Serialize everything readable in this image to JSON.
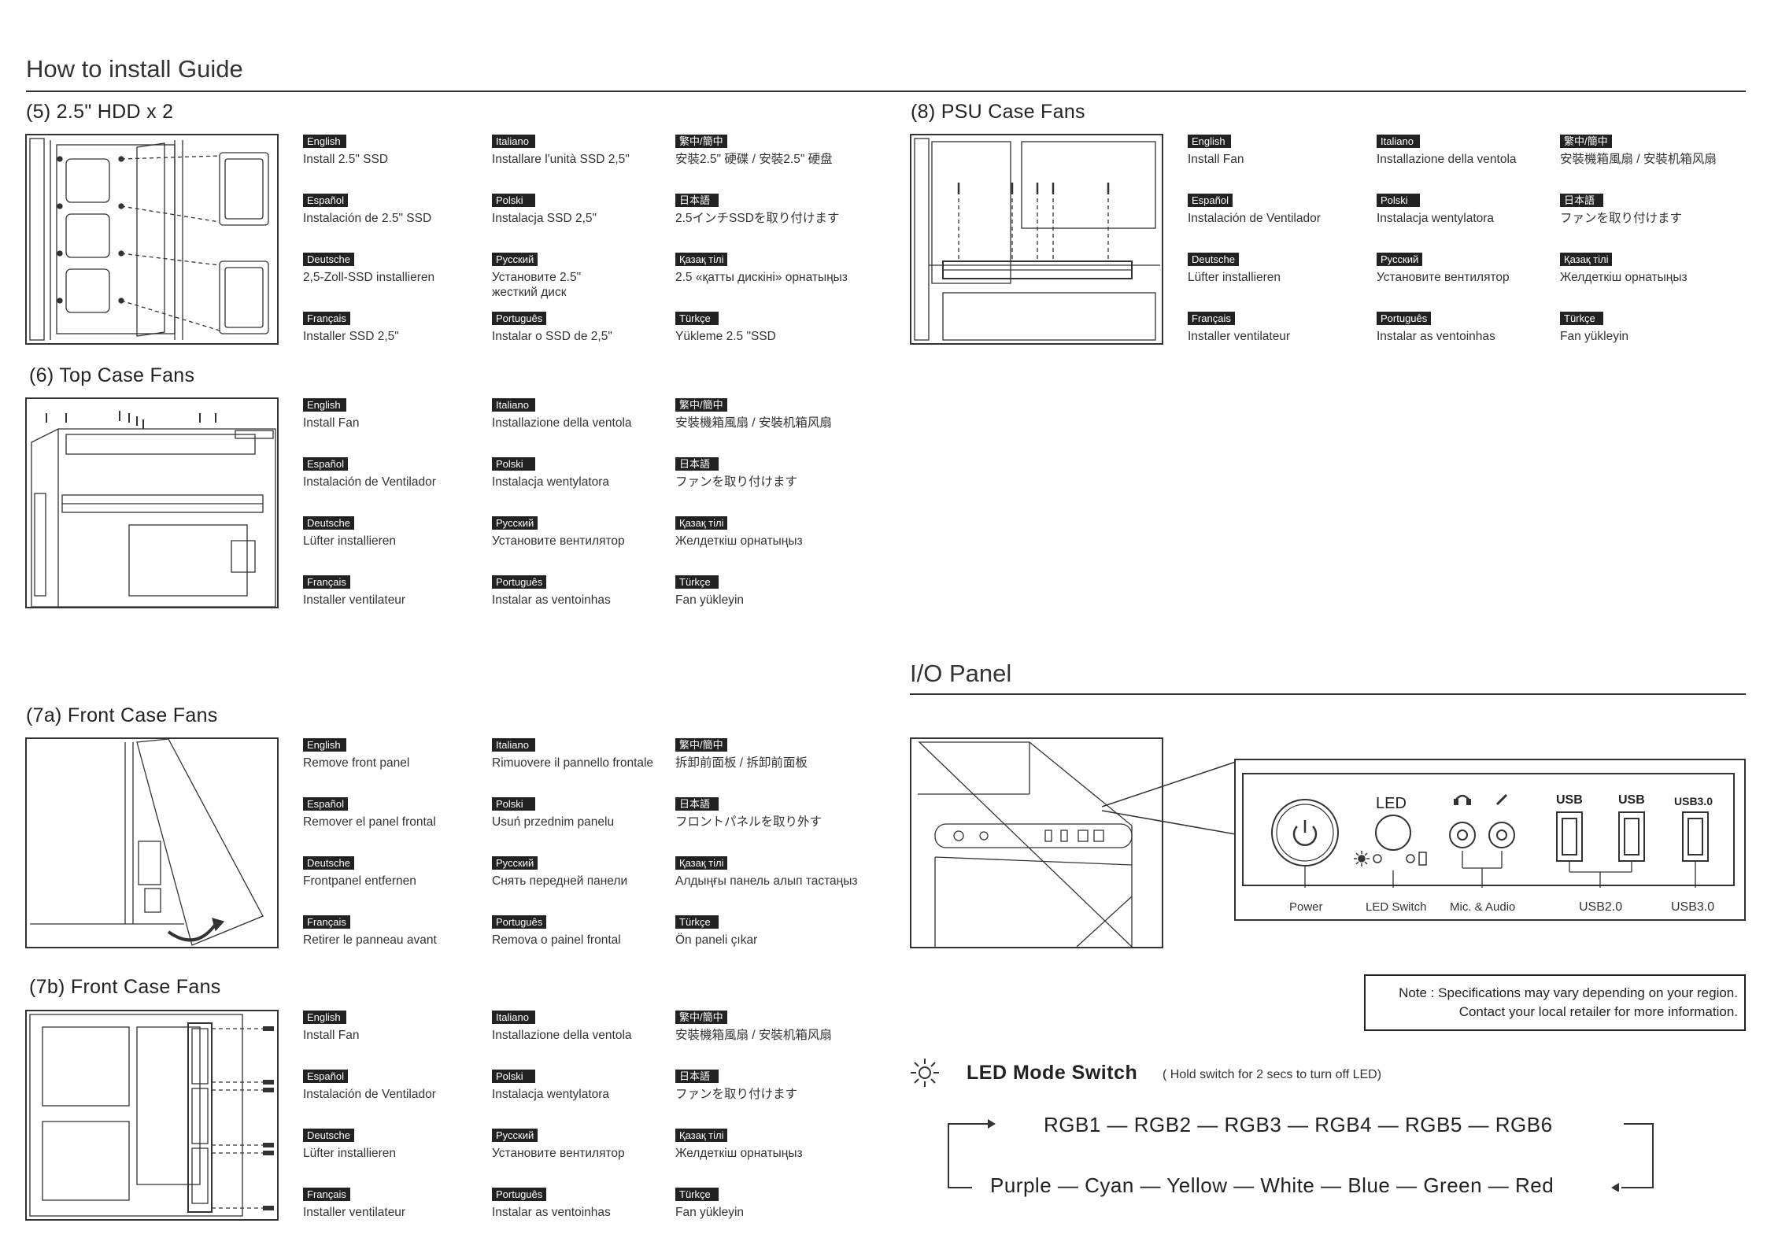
{
  "page_title": "How to install Guide",
  "io_title": "I/O Panel",
  "sections": {
    "hdd": {
      "title": "(5) 2.5\" HDD x 2",
      "langs": [
        {
          "lang": "English",
          "text": "Install 2.5\" SSD"
        },
        {
          "lang": "Italiano",
          "text": "Installare l'unità SSD 2,5\""
        },
        {
          "lang": "繁中/簡中",
          "text": "安裝2.5\" 硬碟 / 安裝2.5\" 硬盘"
        },
        {
          "lang": "Español",
          "text": "Instalación de 2.5\" SSD"
        },
        {
          "lang": "Polski",
          "text": "Instalacja SSD 2,5\""
        },
        {
          "lang": "日本語",
          "text": "2.5インチSSDを取り付けます"
        },
        {
          "lang": "Deutsche",
          "text": "2,5-Zoll-SSD installieren"
        },
        {
          "lang": "Русский",
          "text": "Установите 2.5\"\nжесткий диск"
        },
        {
          "lang": "Қазақ тілі",
          "text": "2.5 «қатты дискіні» орнатыңыз"
        },
        {
          "lang": "Français",
          "text": "Installer SSD 2,5\""
        },
        {
          "lang": "Português",
          "text": "Instalar o SSD de 2,5\""
        },
        {
          "lang": "Türkçe",
          "text": "Yükleme 2.5 \"SSD"
        }
      ]
    },
    "top": {
      "title": "(6) Top Case Fans",
      "langs": [
        {
          "lang": "English",
          "text": "Install Fan"
        },
        {
          "lang": "Italiano",
          "text": "Installazione della ventola"
        },
        {
          "lang": "繁中/簡中",
          "text": "安裝機箱風扇 / 安裝机箱风扇"
        },
        {
          "lang": "Español",
          "text": "Instalación de Ventilador"
        },
        {
          "lang": "Polski",
          "text": "Instalacja wentylatora"
        },
        {
          "lang": "日本語",
          "text": "ファンを取り付けます"
        },
        {
          "lang": "Deutsche",
          "text": "Lüfter installieren"
        },
        {
          "lang": "Русский",
          "text": "Установите вентилятор"
        },
        {
          "lang": "Қазақ тілі",
          "text": "Желдеткіш орнатыңыз"
        },
        {
          "lang": "Français",
          "text": "Installer ventilateur"
        },
        {
          "lang": "Português",
          "text": "Instalar as ventoinhas"
        },
        {
          "lang": "Türkçe",
          "text": "Fan yükleyin"
        }
      ]
    },
    "front_a": {
      "title": "(7a) Front Case Fans",
      "langs": [
        {
          "lang": "English",
          "text": "Remove front panel"
        },
        {
          "lang": "Italiano",
          "text": "Rimuovere il pannello frontale"
        },
        {
          "lang": "繁中/簡中",
          "text": "拆卸前面板 / 拆卸前面板"
        },
        {
          "lang": "Español",
          "text": "Remover el panel frontal"
        },
        {
          "lang": "Polski",
          "text": "Usuń przednim panelu"
        },
        {
          "lang": "日本語",
          "text": "フロントパネルを取り外す"
        },
        {
          "lang": "Deutsche",
          "text": "Frontpanel entfernen"
        },
        {
          "lang": "Русский",
          "text": "Снять передней панели"
        },
        {
          "lang": "Қазақ тілі",
          "text": "Алдыңғы панель алып тастаңыз"
        },
        {
          "lang": "Français",
          "text": "Retirer le panneau avant"
        },
        {
          "lang": "Português",
          "text": "Remova o painel frontal"
        },
        {
          "lang": "Türkçe",
          "text": "Ön paneli çıkar"
        }
      ]
    },
    "front_b": {
      "title": "(7b) Front Case Fans",
      "langs": [
        {
          "lang": "English",
          "text": "Install Fan"
        },
        {
          "lang": "Italiano",
          "text": "Installazione della ventola"
        },
        {
          "lang": "繁中/簡中",
          "text": "安裝機箱風扇 / 安裝机箱风扇"
        },
        {
          "lang": "Español",
          "text": "Instalación de Ventilador"
        },
        {
          "lang": "Polski",
          "text": "Instalacja wentylatora"
        },
        {
          "lang": "日本語",
          "text": "ファンを取り付けます"
        },
        {
          "lang": "Deutsche",
          "text": "Lüfter installieren"
        },
        {
          "lang": "Русский",
          "text": "Установите вентилятор"
        },
        {
          "lang": "Қазақ тілі",
          "text": "Желдеткіш орнатыңыз"
        },
        {
          "lang": "Français",
          "text": "Installer ventilateur"
        },
        {
          "lang": "Português",
          "text": "Instalar as ventoinhas"
        },
        {
          "lang": "Türkçe",
          "text": "Fan yükleyin"
        }
      ]
    },
    "psu": {
      "title": "(8) PSU Case Fans",
      "langs": [
        {
          "lang": "English",
          "text": "Install Fan"
        },
        {
          "lang": "Italiano",
          "text": "Installazione della ventola"
        },
        {
          "lang": "繁中/簡中",
          "text": "安裝機箱風扇 / 安裝机箱风扇"
        },
        {
          "lang": "Español",
          "text": "Instalación de Ventilador"
        },
        {
          "lang": "Polski",
          "text": "Instalacja wentylatora"
        },
        {
          "lang": "日本語",
          "text": "ファンを取り付けます"
        },
        {
          "lang": "Deutsche",
          "text": "Lüfter installieren"
        },
        {
          "lang": "Русский",
          "text": "Установите вентилятор"
        },
        {
          "lang": "Қазақ тілі",
          "text": "Желдеткіш орнатыңыз"
        },
        {
          "lang": "Français",
          "text": "Installer ventilateur"
        },
        {
          "lang": "Português",
          "text": "Instalar as ventoinhas"
        },
        {
          "lang": "Türkçe",
          "text": "Fan yükleyin"
        }
      ]
    }
  },
  "io_panel": {
    "led_top": "LED",
    "usb_a": "USB",
    "usb_b": "USB",
    "usb3": "USB3.0",
    "power": "Power",
    "led_switch": "LED Switch",
    "mic_audio": "Mic. & Audio",
    "usb20": "USB2.0",
    "usb30": "USB3.0"
  },
  "note": {
    "line1": "Note : Specifications may vary depending on your region.",
    "line2": "Contact your local retailer for more information."
  },
  "led_mode": {
    "title": "LED Mode Switch",
    "subtitle": "( Hold switch for  2 secs to turn off LED)",
    "rgb_row": "RGB1 — RGB2 — RGB3 — RGB4 — RGB5 — RGB6",
    "color_row": "Purple — Cyan — Yellow — White — Blue — Green — Red"
  }
}
